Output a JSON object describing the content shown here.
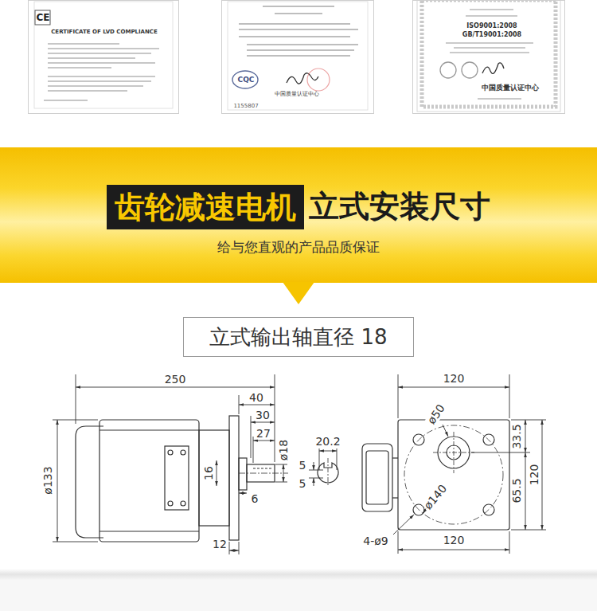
{
  "diagram": {
    "nodes": [
      {
        "text": [
          "CE",
          "CERTIFICATE OF LVD COMPLIANCE"
        ]
      },
      {
        "text": [
          "CQC",
          "中国质量认证中心",
          "1155807"
        ]
      },
      {
        "text": [
          "ISO9001:2008",
          "GB/T19001:2008",
          "中国质量认证中心"
        ]
      },
      {
        "text": [
          "齿轮减速电机"
        ]
      },
      {
        "text": [
          "立式输出轴直径 18"
        ]
      }
    ],
    "labels": [
      "立式安装尺寸",
      "给与您直观的产品品质保证",
      "250",
      "40",
      "30",
      "27",
      "ø18",
      "ø133",
      "16",
      "6",
      "12",
      "20.2",
      "5",
      "5",
      "120",
      "ø50",
      "33.5",
      "120",
      "ø140",
      "65.5",
      "4-ø9",
      "120"
    ]
  }
}
